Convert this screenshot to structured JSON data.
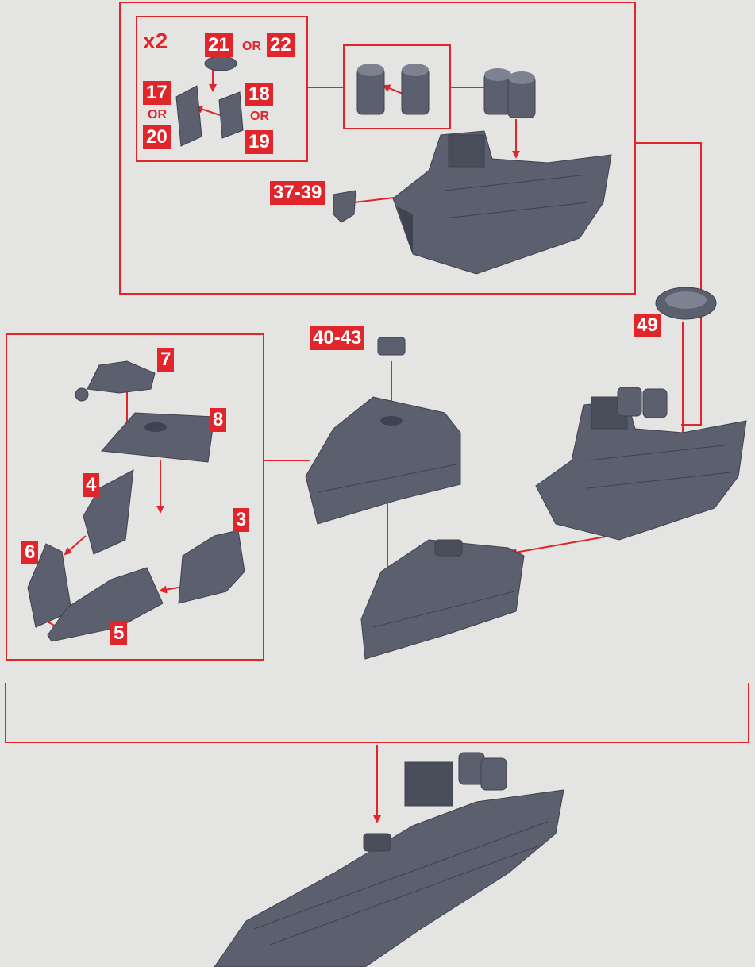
{
  "colors": {
    "accent": "#e0252b",
    "part": "#5c5f6e",
    "part_dark": "#3f4250",
    "part_light": "#7e8190",
    "background": "#e4e4e2"
  },
  "icons": [
    "hull-part",
    "turret-part",
    "engine-stack-part",
    "cannon-part",
    "assembled-ship"
  ],
  "labels": {
    "quantity": "x2",
    "or_text": "OR",
    "p21": "21",
    "p22": "22",
    "p17": "17",
    "p20": "20",
    "p18": "18",
    "p19": "19",
    "p37_39": "37-39",
    "p49": "49",
    "p40_43": "40-43",
    "p7": "7",
    "p8": "8",
    "p4": "4",
    "p3": "3",
    "p6": "6",
    "p5": "5"
  }
}
